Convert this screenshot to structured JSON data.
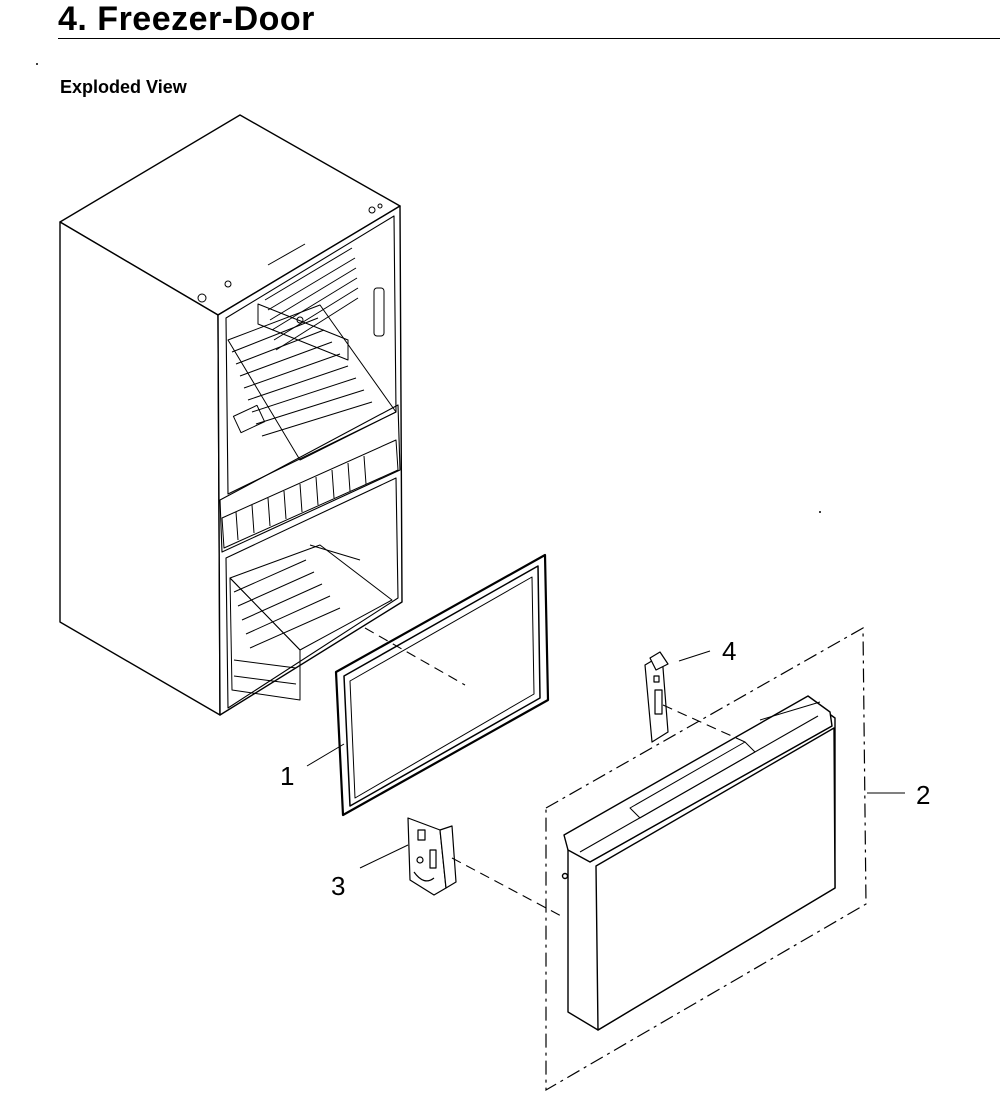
{
  "header": {
    "title": "4.  Freezer-Door",
    "subtitle": "Exploded View"
  },
  "callouts": [
    {
      "id": "1",
      "label": "1"
    },
    {
      "id": "2",
      "label": "2"
    },
    {
      "id": "3",
      "label": "3"
    },
    {
      "id": "4",
      "label": "4"
    }
  ],
  "colors": {
    "line": "#000000",
    "background": "#ffffff"
  }
}
